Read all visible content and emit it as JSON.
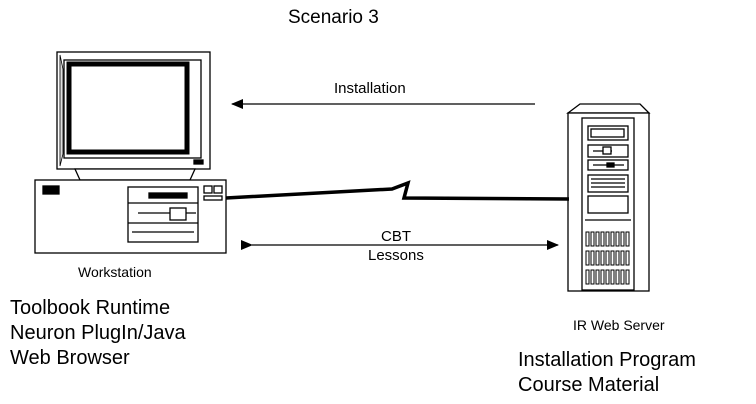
{
  "diagram": {
    "title": "Scenario 3",
    "installation_label": "Installation",
    "cbt_label_line1": "CBT",
    "cbt_label_line2": "Lessons",
    "workstation": {
      "label": "Workstation",
      "software": [
        "Toolbook Runtime",
        "Neuron PlugIn/Java",
        "Web Browser"
      ]
    },
    "server": {
      "label": "IR Web Server",
      "contents": [
        "Installation Program",
        "Course Material"
      ]
    }
  }
}
